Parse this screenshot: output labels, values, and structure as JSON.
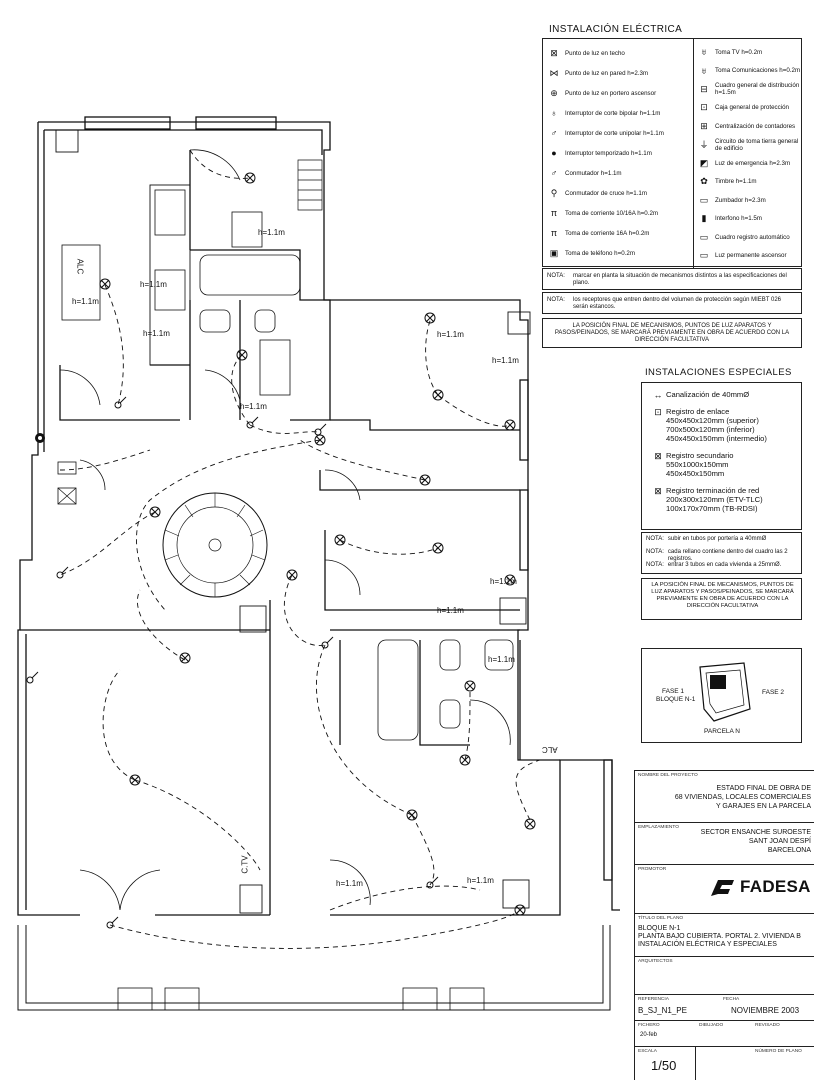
{
  "legend": {
    "title": "INSTALACIÓN ELÉCTRICA",
    "left": [
      {
        "icon": "ceiling-light-icon",
        "glyph": "⊠",
        "label": "Punto de luz en techo"
      },
      {
        "icon": "wall-light-icon",
        "glyph": "⋈",
        "label": "Punto de luz en pared h=2.3m"
      },
      {
        "icon": "entryphone-light-icon",
        "glyph": "⊕",
        "label": "Punto de luz en portero ascensor"
      },
      {
        "icon": "bipolar-switch-icon",
        "glyph": "♁",
        "label": "Interruptor de corte bipolar  h=1.1m"
      },
      {
        "icon": "unipolar-switch-icon",
        "glyph": "♂",
        "label": "Interruptor de corte unipolar  h=1.1m"
      },
      {
        "icon": "timed-switch-icon",
        "glyph": "●",
        "label": "Interruptor temporizado h=1.1m"
      },
      {
        "icon": "commuter-switch-icon",
        "glyph": "♂",
        "label": "Conmutador  h=1.1m"
      },
      {
        "icon": "cross-switch-icon",
        "glyph": "⚲",
        "label": "Conmutador de cruce h=1.1m"
      },
      {
        "icon": "socket-16a-icon",
        "glyph": "π",
        "label": "Toma de corriente 10/16A  h=0.2m"
      },
      {
        "icon": "socket-16a-high-icon",
        "glyph": "π",
        "label": "Toma de corriente 16A  h=0.2m"
      },
      {
        "icon": "phone-socket-icon",
        "glyph": "▣",
        "label": "Toma de teléfono h=0.2m"
      }
    ],
    "right": [
      {
        "icon": "tv-socket-icon",
        "glyph": "♅",
        "label": "Toma TV h=0.2m"
      },
      {
        "icon": "comms-socket-icon",
        "glyph": "♅",
        "label": "Toma Comunicaciones h=0.2m"
      },
      {
        "icon": "distribution-board-icon",
        "glyph": "⊟",
        "label": "Cuadro general de distribución  h=1.5m"
      },
      {
        "icon": "protection-box-icon",
        "glyph": "⊡",
        "label": "Caja general de protección"
      },
      {
        "icon": "meters-icon",
        "glyph": "⊞",
        "label": "Centralización de contadores"
      },
      {
        "icon": "earth-circuit-icon",
        "glyph": "⏚",
        "label": "Circuito de toma tierra general de edificio"
      },
      {
        "icon": "emergency-light-icon",
        "glyph": "◩",
        "label": "Luz de emergencia h=2.3m"
      },
      {
        "icon": "bell-icon",
        "glyph": "✿",
        "label": "Timbre h=1.1m"
      },
      {
        "icon": "buzzer-icon",
        "glyph": "▭",
        "label": "Zumbador h=2.3m"
      },
      {
        "icon": "intercom-icon",
        "glyph": "▮",
        "label": "Interfono h=1.5m"
      },
      {
        "icon": "auto-register-icon",
        "glyph": "▭",
        "label": "Cuadro registro automático"
      },
      {
        "icon": "lift-light-icon",
        "glyph": "▭",
        "label": "Luz permanente ascensor"
      }
    ],
    "note1_label": "NOTA:",
    "note1_text": "marcar en planta la situación de mecanismos distintos a las especificaciones del plano.",
    "note2_label": "NOTA:",
    "note2_text": "los receptores que entren dentro del volumen de protección según MIEBT 026 serán estancos.",
    "position_note": "LA POSICIÓN FINAL DE MECANISMOS, PUNTOS DE LUZ APARATOS Y PASOS/PEINADOS, SE MARCARÁ PREVIAMENTE EN OBRA DE ACUERDO CON LA DIRECCIÓN FACULTATIVA"
  },
  "especiales": {
    "title": "INSTALACIONES ESPECIALES",
    "items": [
      {
        "icon": "conduit-icon",
        "glyph": "↔",
        "lines": [
          "Canalización de 40mmØ"
        ]
      },
      {
        "icon": "link-register-icon",
        "glyph": "⊡",
        "lines": [
          "Registro de enlace",
          "450x450x120mm (superior)",
          "700x500x120mm (inferior)",
          "450x450x150mm (intermedio)"
        ]
      },
      {
        "icon": "secondary-register-icon",
        "glyph": "⊠",
        "lines": [
          "Registro secundario",
          "550x1000x150mm",
          "450x450x150mm"
        ]
      },
      {
        "icon": "network-termination-icon",
        "glyph": "⊠",
        "lines": [
          "Registro terminación de red",
          "200x300x120mm (ETV-TLC)",
          "100x170x70mm (TB-RDSI)"
        ]
      }
    ],
    "notes": [
      {
        "label": "NOTA:",
        "text": "subir en tubos por portería a 40mmØ"
      },
      {
        "label": "NOTA:",
        "text": "cada rellano contiene dentro del cuadro las 2 registros."
      },
      {
        "label": "NOTA:",
        "text": "entrar 3 tubos en cada vivienda a 25mmØ."
      }
    ],
    "position_note": "LA POSICIÓN FINAL DE MECANISMOS, PUNTOS DE LUZ APARATOS Y PASOS/PEINADOS, SE MARCARÁ PREVIAMENTE EN OBRA DE ACUERDO CON LA DIRECCIÓN FACULTATIVA"
  },
  "keyplan": {
    "fase1": "FASE 1",
    "bloque": "BLOQUE N-1",
    "fase2": "FASE 2",
    "parcela": "PARCELA N"
  },
  "titleblock": {
    "nombre_label": "NOMBRE DEL PROYECTO",
    "project_lines": [
      "ESTADO FINAL DE OBRA DE",
      "68 VIVIENDAS, LOCALES COMERCIALES",
      "Y GARAJES EN LA PARCELA"
    ],
    "emplazamiento_label": "EMPLAZAMIENTO",
    "location_lines": [
      "SECTOR ENSANCHE SUROESTE",
      "SANT JOAN DESPÍ",
      "BARCELONA"
    ],
    "promotor_label": "PROMOTOR",
    "promotor": "FADESA",
    "titulo_label": "TÍTULO DEL PLANO",
    "plan_title_lines": [
      "BLOQUE N-1",
      "PLANTA BAJO CUBIERTA. PORTAL 2. VIVIENDA B",
      "INSTALACIÓN ELÉCTRICA Y ESPECIALES"
    ],
    "arquitectos_label": "ARQUITECTOS",
    "referencia_label": "REFERENCIA",
    "referencia": "B_SJ_N1_PE",
    "fecha_label": "FECHA",
    "fecha": "NOVIEMBRE 2003",
    "fichero_label": "FICHERO",
    "dibujado_label": "DIBUJADO",
    "dibujado": "20-feb",
    "revisado_label": "REVISADO",
    "escala_label": "ESCALA",
    "escala": "1/50",
    "numero_label": "NÚMERO DE PLANO"
  },
  "plan_labels": {
    "h11": "h=1.1m",
    "alc": "ALC",
    "ctv": "C.TV"
  }
}
